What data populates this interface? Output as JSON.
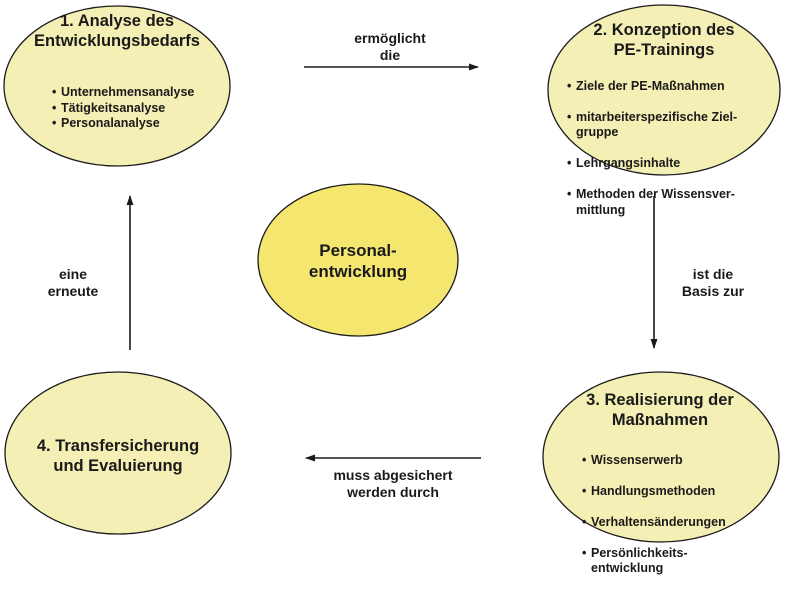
{
  "diagram": {
    "center": {
      "lines": [
        "Personal-",
        "entwicklung"
      ],
      "fill": "#f5e66f"
    },
    "nodes": [
      {
        "id": "analyse",
        "title_lines": [
          "1. Analyse des",
          "Entwicklungsbedarfs"
        ],
        "items": [
          "Unternehmensanalyse",
          "Tätigkeitsanalyse",
          "Personalanalyse"
        ]
      },
      {
        "id": "konzeption",
        "title_lines": [
          "2. Konzeption des",
          "PE-Trainings"
        ],
        "items": [
          "Ziele der PE-Maßnahmen",
          "mitarbeiterspezifische Ziel-\ngruppe",
          "Lehrgangsinhalte",
          "Methoden der Wissensver-\nmittlung"
        ]
      },
      {
        "id": "realisierung",
        "title_lines": [
          "3. Realisierung der",
          "Maßnahmen"
        ],
        "items": [
          "Wissenserwerb",
          "Handlungsmethoden",
          "Verhaltensänderungen",
          "Persönlichkeits-\nentwicklung"
        ]
      },
      {
        "id": "transfer",
        "title_lines": [
          "4. Transfersicherung",
          "und Evaluierung"
        ],
        "items": []
      }
    ],
    "edges": [
      {
        "from": "analyse",
        "to": "konzeption",
        "label_lines": [
          "ermöglicht",
          "die"
        ]
      },
      {
        "from": "konzeption",
        "to": "realisierung",
        "label_lines": [
          "ist die",
          "Basis zur"
        ]
      },
      {
        "from": "realisierung",
        "to": "transfer",
        "label_lines": [
          "muss abgesichert",
          "werden durch"
        ]
      },
      {
        "from": "transfer",
        "to": "analyse",
        "label_lines": [
          "eine",
          "erneute"
        ]
      }
    ],
    "colors": {
      "node_fill": "#f4efb4",
      "outline": "#1a1a1a",
      "text": "#1a1a1a"
    }
  }
}
